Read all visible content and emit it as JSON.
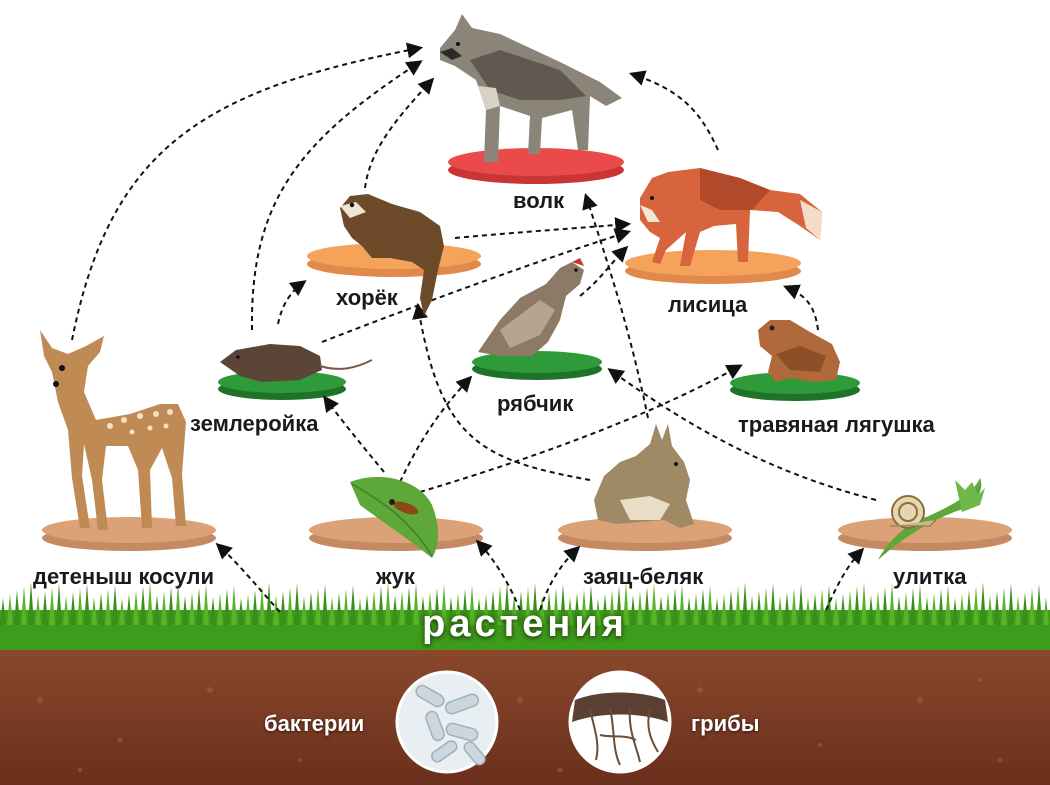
{
  "nodes": {
    "wolf": "волк",
    "fox": "лисица",
    "ferret": "хорёк",
    "shrew": "землеройка",
    "grouse": "рябчик",
    "frog": "травяная лягушка",
    "fawn": "детеныш косули",
    "beetle": "жук",
    "hare": "заяц-беляк",
    "snail": "улитка"
  },
  "base": {
    "plants": "растения",
    "bacteria": "бактерии",
    "fungi": "грибы"
  },
  "colors": {
    "top_predator_platform": "#e94b4b",
    "predator_platform": "#f5a35a",
    "small_consumer_platform": "#2e9a3a",
    "herbivore_platform": "#dba277",
    "grass": "#3f9b1c",
    "soil": "#7a3b24"
  },
  "icons": {
    "wolf": "wolf-figure",
    "fox": "fox-figure",
    "ferret": "ferret-figure",
    "shrew": "shrew-figure",
    "grouse": "grouse-figure",
    "frog": "frog-figure",
    "fawn": "fawn-figure",
    "beetle": "beetle-on-leaf-figure",
    "hare": "hare-figure",
    "snail": "snail-on-leaf-figure",
    "bacteria": "bacteria-circle",
    "fungi": "fungi-circle"
  }
}
